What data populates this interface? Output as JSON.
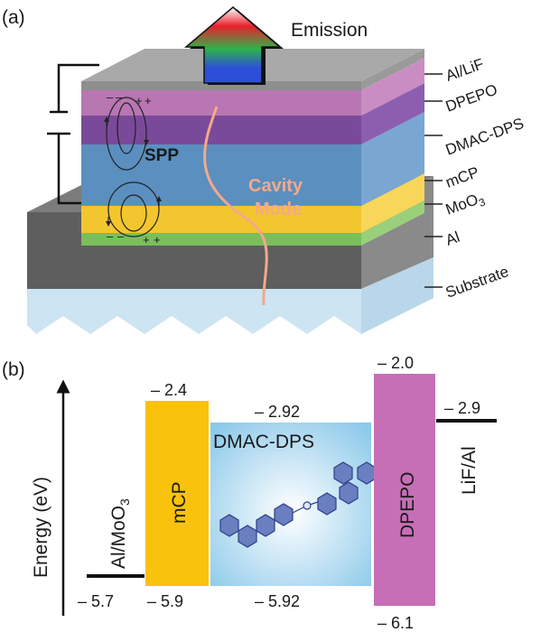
{
  "panel_a": {
    "tag": "(a)",
    "emission": "Emission",
    "spp": "SPP",
    "cavity_line1": "Cavity",
    "cavity_line2": "Mode",
    "layers": {
      "top_electrode": "Al/LiF",
      "dpepo": "DPEPO",
      "dmac": "DMAC-DPS",
      "mcp": "mCP",
      "moo3": "MoO",
      "moo3_sub": "3",
      "al": "Al",
      "substrate": "Substrate"
    },
    "dipole_signs": {
      "top_minus_left": "–",
      "top_minus_right": "–",
      "top_plus_left": "+",
      "top_plus_right": "+",
      "bottom_minus_left": "–",
      "bottom_minus_right": "–",
      "bottom_plus_left": "+",
      "bottom_plus_right": "+"
    },
    "colors": {
      "dpepo": "#c77bbf",
      "dmac": "#7a4a9a",
      "mcp": "#5b8fbf",
      "moo3": "#f2c62e",
      "al": "#7bbf5a",
      "substrate": "#cde4f2",
      "cavity": "#f4a98a"
    }
  },
  "panel_b": {
    "tag": "(b)",
    "y_axis_label": "Energy (eV)",
    "left_electrode": "Al/MoO",
    "left_electrode_sub": "3",
    "right_electrode": "LiF/Al",
    "left_electrode_level": "– 5.7",
    "mcp": {
      "label": "mCP",
      "lumo": "– 2.4",
      "homo": "– 5.9",
      "color": "#f9c20c"
    },
    "dmac": {
      "label": "DMAC-DPS",
      "lumo": "– 2.92",
      "homo": "– 5.92",
      "color": "#9fd3ee"
    },
    "dpepo": {
      "label": "DPEPO",
      "lumo": "– 2.0",
      "homo": "– 6.1",
      "color": "#c66fb6"
    },
    "right_electrode_level": "– 2.9"
  }
}
